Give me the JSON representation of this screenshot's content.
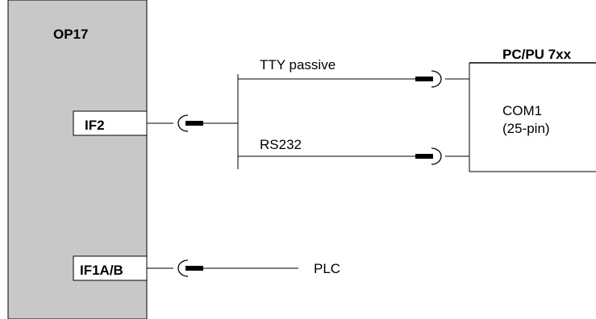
{
  "diagram": {
    "device_left": {
      "title": "OP17",
      "fill": "#c8c8c8"
    },
    "ports": {
      "if2": "IF2",
      "if1": "IF1A/B"
    },
    "links": {
      "tty": "TTY passive",
      "rs232": "RS232",
      "plc": "PLC"
    },
    "device_right": {
      "title": "PC/PU 7xx",
      "port_line1": "COM1",
      "port_line2": "(25-pin)"
    }
  }
}
